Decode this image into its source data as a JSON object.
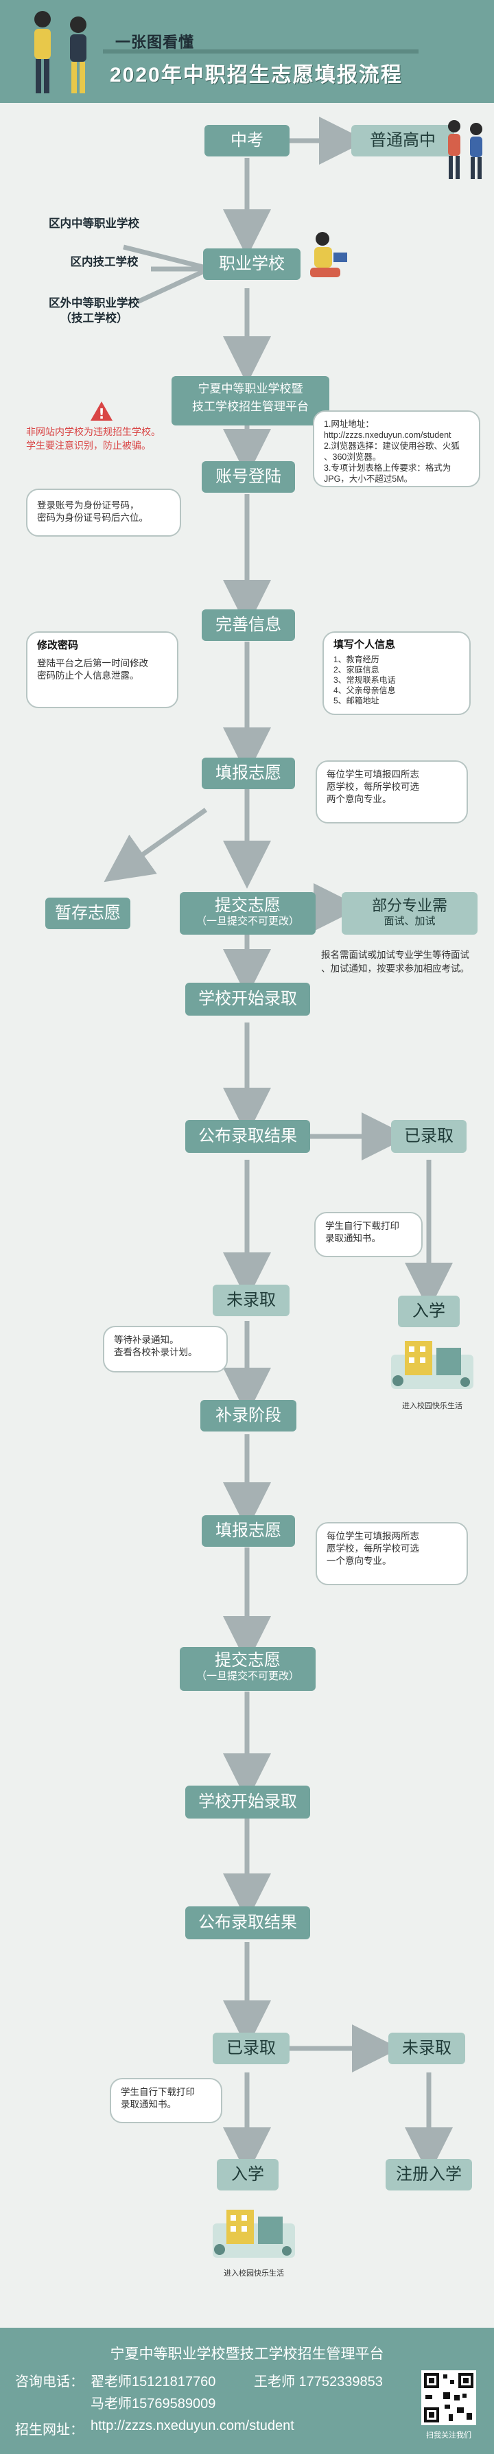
{
  "header": {
    "subtitle": "一张图看懂",
    "title": "2020年中职招生志愿填报流程"
  },
  "flow": {
    "zhongkao": "中考",
    "putong_gaozhong": "普通高中",
    "zhiye_xuexiao": "职业学校",
    "left_school_1": "区内中等职业学校",
    "left_school_2": "区内技工学校",
    "left_school_3a": "区外中等职业学校",
    "left_school_3b": "（技工学校）",
    "platform_line1": "宁夏中等职业学校暨",
    "platform_line2": "技工学校招生管理平台",
    "platform_warning_1": "非网站内学校为违规招生学校。",
    "platform_warning_2": "学生要注意识别，防止被骗。",
    "platform_note": [
      "1.网址地址：",
      "http://zzzs.nxeduyun.com/student",
      "2.浏览器选择：建议使用谷歌、火狐",
      "、360浏览器。",
      "3.专项计划表格上传要求：格式为",
      "JPG，大小不超过5M。"
    ],
    "account_login": "账号登陆",
    "login_note_1": "登录账号为身份证号码，",
    "login_note_2": "密码为身份证号码后六位。",
    "password_title": "修改密码",
    "password_note": [
      "登陆平台之后第一时间修改",
      "密码防止个人信息泄露。"
    ],
    "complete_info": "完善信息",
    "info_title": "填写个人信息",
    "info_items": [
      "1、教育经历",
      "2、家庭信息",
      "3、常规联系电话",
      "4、父亲母亲信息",
      "5、邮箱地址"
    ],
    "fill_volunteer": "填报志愿",
    "fill_note_1": [
      "每位学生可填报四所志",
      "愿学校，每所学校可选",
      "两个意向专业。"
    ],
    "save_volunteer": "暂存志愿",
    "submit_volunteer": "提交志愿",
    "submit_sub": "（一旦提交不可更改）",
    "partial_major": "部分专业需",
    "partial_major_sub": "面试、加试",
    "interview_note": [
      "报名需面试或加试专业学生等待面试",
      "、加试通知，按要求参加相应考试。"
    ],
    "school_admission": "学校开始录取",
    "publish_result": "公布录取结果",
    "admitted": "已录取",
    "admitted_note_1": [
      "学生自行下载打印",
      "录取通知书。"
    ],
    "enroll": "入学",
    "campus_caption": "进入校园快乐生活",
    "not_admitted": "未录取",
    "supplement_note": [
      "等待补录通知。",
      "查看各校补录计划。"
    ],
    "supplement_stage": "补录阶段",
    "fill_volunteer_2": "填报志愿",
    "fill_note_2": [
      "每位学生可填报两所志",
      "愿学校，每所学校可选",
      "一个意向专业。"
    ],
    "submit_volunteer_2": "提交志愿",
    "submit_sub_2": "（一旦提交不可更改）",
    "school_admission_2": "学校开始录取",
    "publish_result_2": "公布录取结果",
    "admitted_2": "已录取",
    "not_admitted_2": "未录取",
    "admitted_note_2": [
      "学生自行下载打印",
      "录取通知书。"
    ],
    "enroll_2": "入学",
    "register_enroll": "注册入学",
    "campus_caption_2": "进入校园快乐生活"
  },
  "footer": {
    "org": "宁夏中等职业学校暨技工学校招生管理平台",
    "phone_label": "咨询电话：",
    "phone_1": "翟老师15121817760",
    "phone_2": "王老师  17752339853",
    "phone_3": "马老师15769589009",
    "site_label": "招生网址：",
    "site_url": "http://zzzs.nxeduyun.com/student",
    "qr_caption": "扫我关注我们"
  },
  "colors": {
    "header": "#72a39c",
    "pill": "#72a39c",
    "pill_light": "#a8c8c2",
    "arrow": "#a6b1b3",
    "background": "#eef1ef",
    "warning": "#d94545"
  }
}
